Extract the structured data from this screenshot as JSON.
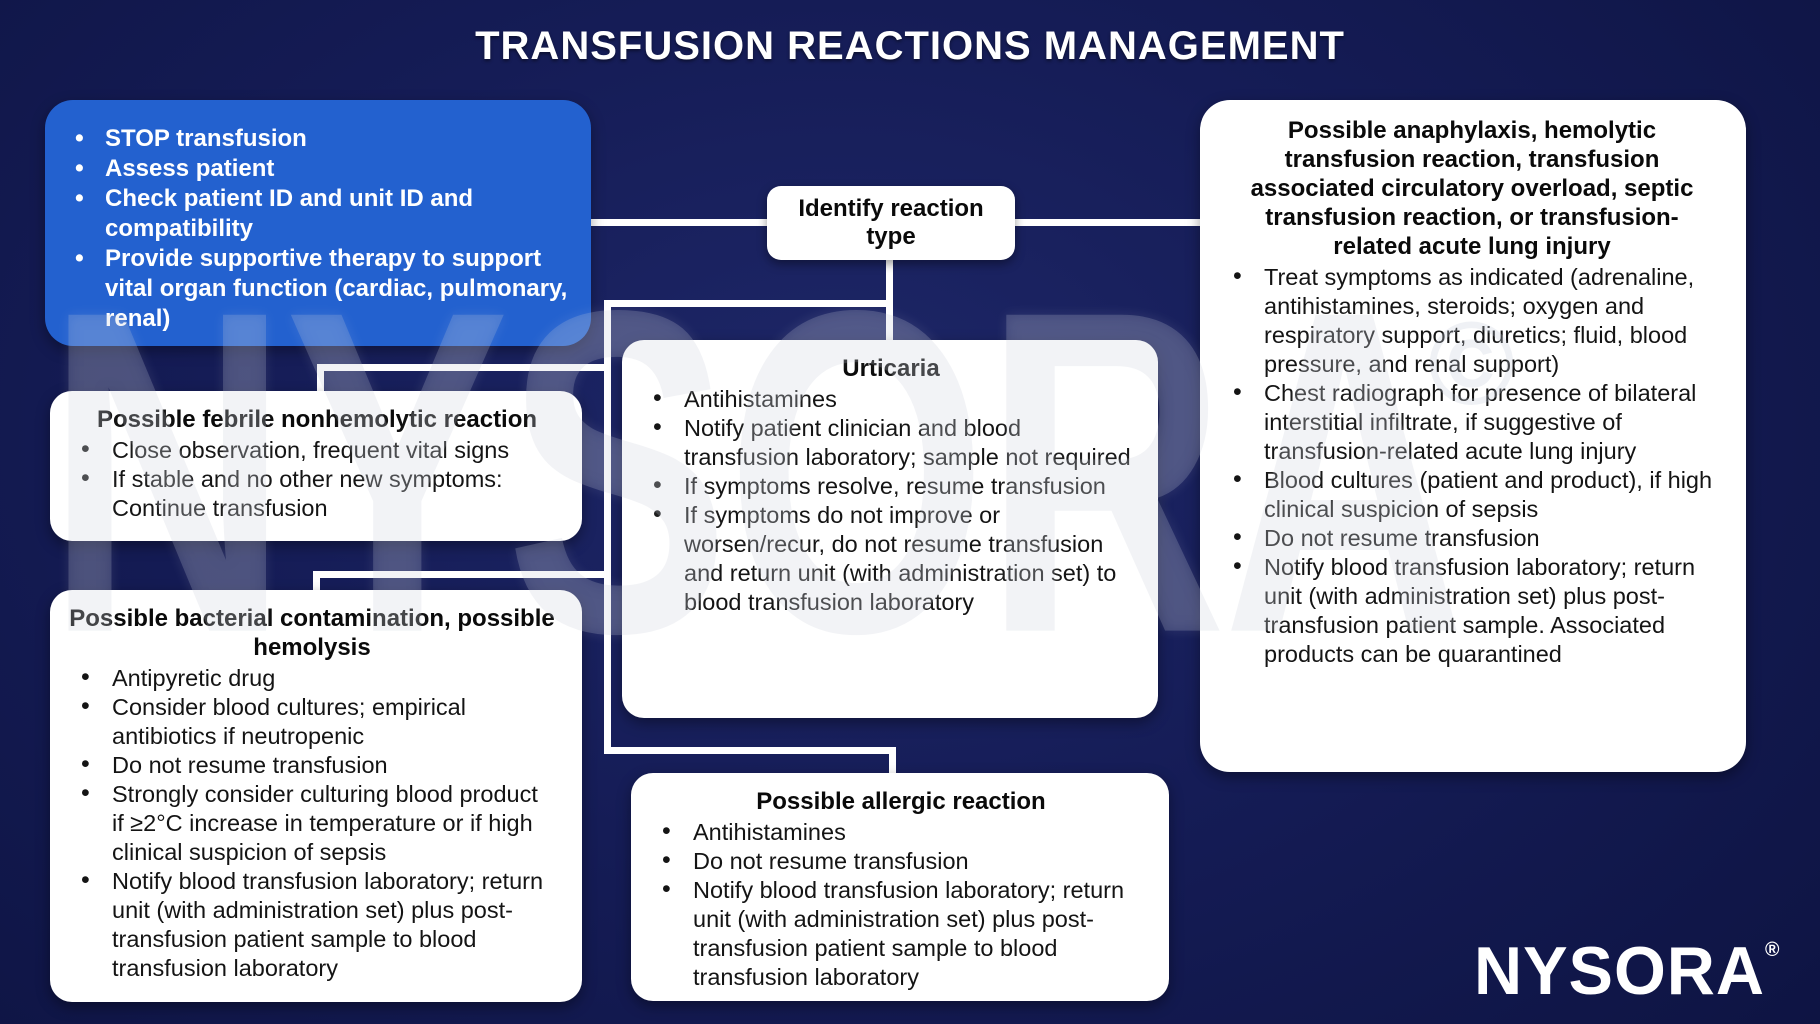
{
  "title": "TRANSFUSION REACTIONS MANAGEMENT",
  "colors": {
    "background": "#141b54",
    "action_box_blue": "#2361cf",
    "card_white": "#ffffff",
    "connector_white": "#ffffff",
    "text_dark": "#101010",
    "text_light": "#ffffff"
  },
  "watermark": {
    "text": "NYSORA",
    "copyright": "©"
  },
  "logo": {
    "text": "NYSORA",
    "registered": "®"
  },
  "boxes": {
    "immediate_actions": {
      "bullets": [
        "STOP transfusion",
        "Assess patient",
        "Check patient ID and unit ID and compatibility",
        "Provide supportive therapy to support vital organ function (cardiac, pulmonary, renal)"
      ]
    },
    "identify": {
      "title": "Identify reaction type"
    },
    "febrile": {
      "title": "Possible febrile nonhemolytic reaction",
      "bullets": [
        "Close observation, frequent vital signs",
        "If stable and no other new symptoms: Continue transfusion"
      ]
    },
    "bacterial": {
      "title": "Possible bacterial contamination, possible hemolysis",
      "bullets": [
        "Antipyretic drug",
        "Consider blood cultures; empirical antibiotics if neutropenic",
        "Do not resume transfusion",
        "Strongly consider culturing blood product if ≥2°C increase in temperature or if high clinical suspicion of sepsis",
        "Notify blood transfusion laboratory; return unit (with administration set) plus post-transfusion patient sample to blood transfusion laboratory"
      ]
    },
    "urticaria": {
      "title": "Urticaria",
      "bullets": [
        "Antihistamines",
        "Notify patient clinician and blood transfusion laboratory; sample not required",
        "If symptoms resolve, resume transfusion",
        "If symptoms do not improve or worsen/recur, do not resume transfusion and return unit (with administration set) to blood transfusion laboratory"
      ]
    },
    "allergic": {
      "title": "Possible allergic reaction",
      "bullets": [
        "Antihistamines",
        "Do not resume transfusion",
        "Notify blood transfusion laboratory; return unit (with administration set) plus post-transfusion patient sample to blood transfusion laboratory"
      ]
    },
    "anaphylaxis": {
      "title": "Possible anaphylaxis, hemolytic transfusion reaction, transfusion associated circulatory overload, septic transfusion reaction, or transfusion-related acute lung injury",
      "bullets": [
        "Treat symptoms as indicated (adrenaline, antihistamines, steroids; oxygen and respiratory support, diuretics; fluid, blood pressure, and renal support)",
        "Chest radiograph for presence of bilateral interstitial infiltrate, if suggestive of transfusion-related acute lung injury",
        "Blood cultures (patient and product), if high clinical suspicion of sepsis",
        "Do not resume transfusion",
        "Notify blood transfusion laboratory; return unit (with administration set) plus post-transfusion patient sample. Associated products can be quarantined"
      ]
    }
  }
}
